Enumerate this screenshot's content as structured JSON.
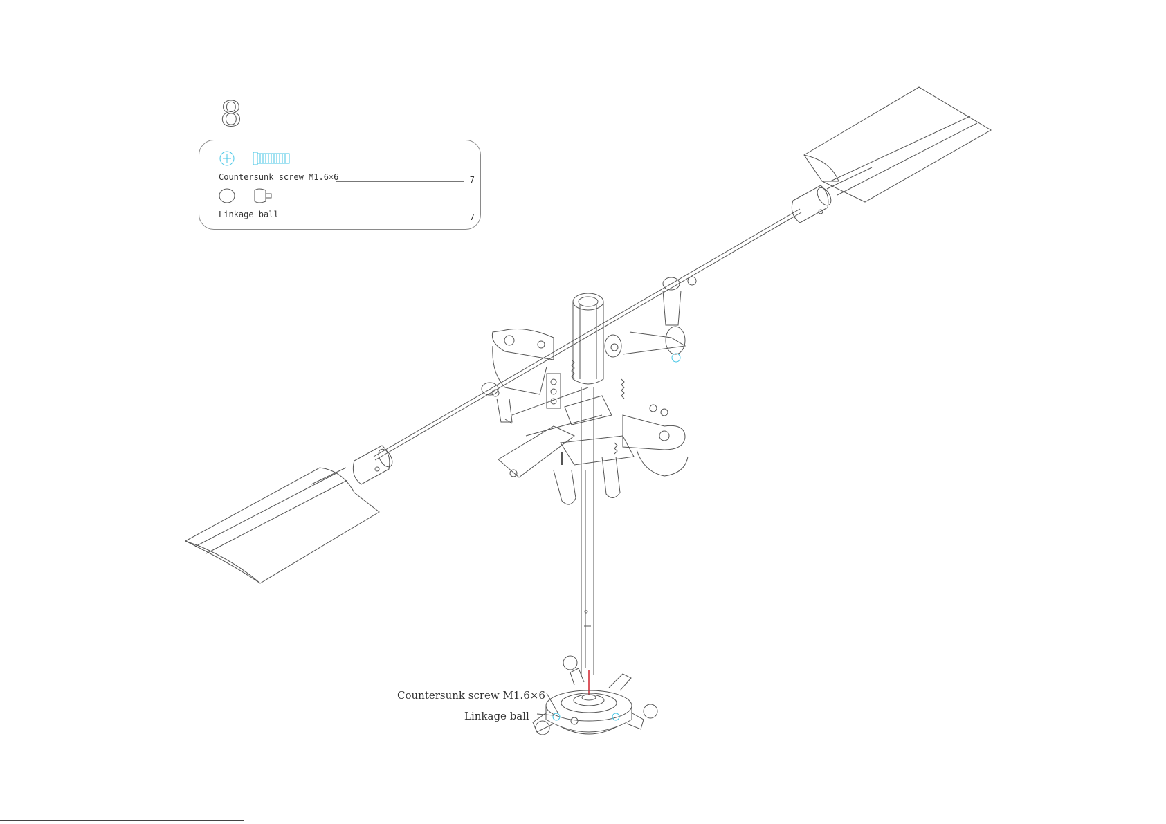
{
  "step": {
    "number": "8"
  },
  "parts": [
    {
      "name": "Countersunk screw M1.6×6",
      "quantity": "7",
      "icon": "countersunk-screw-icon",
      "icon_color": "#46c6e6"
    },
    {
      "name": "Linkage ball",
      "quantity": "7",
      "icon": "linkage-ball-icon",
      "icon_color": "#555555"
    }
  ],
  "callouts": {
    "screw": "Countersunk screw M1.6×6",
    "ball": "Linkage ball"
  },
  "colors": {
    "line": "#555555",
    "highlight": "#46c6e6",
    "guide": "#d0202a"
  }
}
